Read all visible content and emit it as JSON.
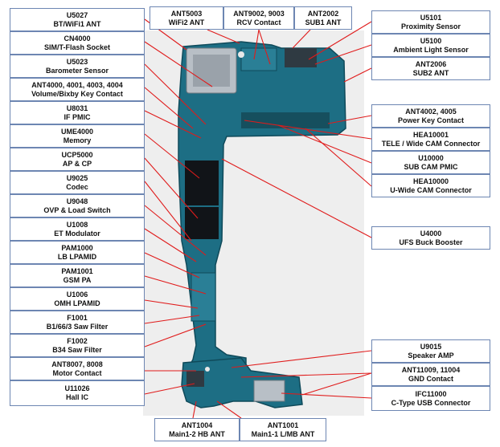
{
  "colors": {
    "board": "#1d6e84",
    "board_dark": "#0f4a5a",
    "chip": "#111418",
    "leader": "#e01b1b",
    "box_border": "#6d86b2"
  },
  "labels": {
    "left": [
      {
        "part": "U5027",
        "desc": "BT/WiFi1 ANT"
      },
      {
        "part": "CN4000",
        "desc": "SIM/T-Flash Socket"
      },
      {
        "part": "U5023",
        "desc": "Barometer Sensor"
      },
      {
        "part": "ANT4000, 4001, 4003, 4004",
        "desc": "Volume/Bixby Key Contact"
      },
      {
        "part": "U8031",
        "desc": "IF PMIC"
      },
      {
        "part": "UME4000",
        "desc": "Memory"
      },
      {
        "part": "UCP5000",
        "desc": "AP & CP"
      },
      {
        "part": "U9025",
        "desc": "Codec"
      },
      {
        "part": "U9048",
        "desc": "OVP & Load Switch"
      },
      {
        "part": "U1008",
        "desc": "ET Modulator"
      },
      {
        "part": "PAM1000",
        "desc": "LB LPAMID"
      },
      {
        "part": "PAM1001",
        "desc": "GSM PA"
      },
      {
        "part": "U1006",
        "desc": "OMH LPAMID"
      },
      {
        "part": "F1001",
        "desc": "B1/66/3 Saw Filter"
      },
      {
        "part": "F1002",
        "desc": "B34 Saw Filter"
      },
      {
        "part": "ANT8007, 8008",
        "desc": "Motor Contact"
      },
      {
        "part": "U11026",
        "desc": "Hall IC"
      }
    ],
    "top": [
      {
        "part": "ANT5003",
        "desc": "WiFi2 ANT"
      },
      {
        "part": "ANT9002, 9003",
        "desc": "RCV Contact"
      },
      {
        "part": "ANT2002",
        "desc": "SUB1 ANT"
      }
    ],
    "right": [
      {
        "part": "U5101",
        "desc": "Proximity Sensor"
      },
      {
        "part": "U5100",
        "desc": "Ambient Light Sensor"
      },
      {
        "part": "ANT2006",
        "desc": "SUB2 ANT"
      },
      {
        "part": "ANT4002, 4005",
        "desc": "Power Key Contact"
      },
      {
        "part": "HEA10001",
        "desc": "TELE / Wide CAM Connector"
      },
      {
        "part": "U10000",
        "desc": "SUB CAM PMIC"
      },
      {
        "part": "HEA10000",
        "desc": "U-Wide CAM Connector"
      },
      {
        "part": "U4000",
        "desc": "UFS Buck Booster"
      },
      {
        "part": "U9015",
        "desc": "Speaker AMP"
      },
      {
        "part": "ANT11009, 11004",
        "desc": "GND Contact"
      },
      {
        "part": "IFC11000",
        "desc": "C-Type USB Connector"
      }
    ],
    "bottom": [
      {
        "part": "ANT1004",
        "desc": "Main1-2 HB ANT"
      },
      {
        "part": "ANT1001",
        "desc": "Main1-1 L/MB ANT"
      }
    ]
  }
}
